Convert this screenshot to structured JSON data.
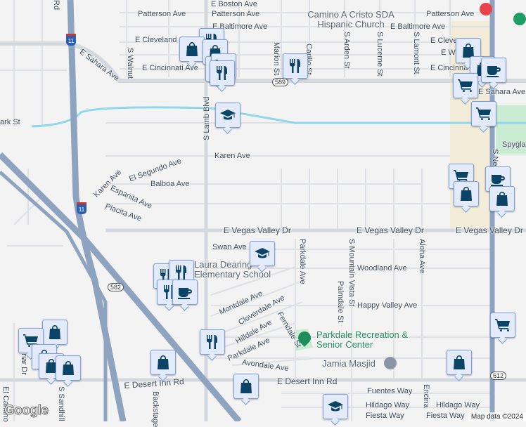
{
  "map": {
    "streets": [
      "E Boston Ave",
      "Patterson Ave",
      "Patterson Ave",
      "Patterson Ave",
      "E Baltimore Ave",
      "E Baltimore Ave",
      "E Cleveland",
      "E Cincinnati Ave",
      "E Cincinnati Ave",
      "E Sahara Ave",
      "E Sahara Ave",
      "S Walnut",
      "Marion St",
      "Carillo St",
      "S Arden St",
      "S Lucerne St",
      "S Lamont St",
      "S Lamb Blvd",
      "Karen Ave",
      "El Segundo Ave",
      "Balboa Ave",
      "Karen Ave",
      "Espanita Ave",
      "Placita Ave",
      "E Vegas Valley Dr",
      "E Vegas Valley Dr",
      "E Vegas Valley Dr",
      "Swan Ave",
      "Parkdale Ave",
      "S Mountain Vista St",
      "Palmdale St",
      "Aloha Ave",
      "Woodland Ave",
      "Happy Valley Ave",
      "Montdale Ave",
      "Cloverdale Ave",
      "Hilldale Ave",
      "Ferndale St",
      "Parkdale Ave",
      "Avondale Ave",
      "E Desert Inn Rd",
      "E Desert Inn Rd",
      "Fuentes Way",
      "Hildago Way",
      "Hildago Way",
      "Fiesta Way",
      "Fiesta Way",
      "Encina",
      "S Sandhill",
      "Backstage",
      "Spyglass",
      "S Nellis",
      "ark St",
      "Rd",
      "El Camino",
      "Briar Dr",
      "E W",
      "E Cleve",
      "E Cincinna"
    ],
    "pois": {
      "church": "Camino A Cristo SDA Hispanic Church",
      "school": "Laura Dearing Elementary School",
      "park": "Parkdale Recreation & Senior Center",
      "mosque": "Jamia Masjid"
    },
    "route_shields": [
      "589",
      "582",
      "612",
      "11",
      "11"
    ],
    "markers": [
      "restaurant",
      "shopping-bag",
      "shopping-bag",
      "restaurant",
      "cart",
      "restaurant",
      "restaurant",
      "school",
      "shopping-bag",
      "shopping-bag",
      "cart",
      "coffee",
      "cart",
      "cart",
      "coffee",
      "shopping-bag",
      "shopping-bag",
      "school",
      "restaurant",
      "restaurant",
      "restaurant",
      "coffee",
      "shopping-bag",
      "cart",
      "shopping-bag",
      "shopping-bag",
      "shopping-bag",
      "restaurant",
      "shopping-bag",
      "shopping-bag",
      "shopping-bag",
      "cart",
      "school"
    ],
    "logo": "Google",
    "attribution": "Map data ©2024"
  },
  "colors": {
    "background": "#f4f3f4",
    "highway": "#8da3c0",
    "road": "#d9dde3",
    "canal": "#8fd8ec",
    "park": "#c9ecd3",
    "commercial": "#f3ecd9",
    "marker_icon": "#0b4466",
    "marker_bg": "#e3ebfb"
  }
}
